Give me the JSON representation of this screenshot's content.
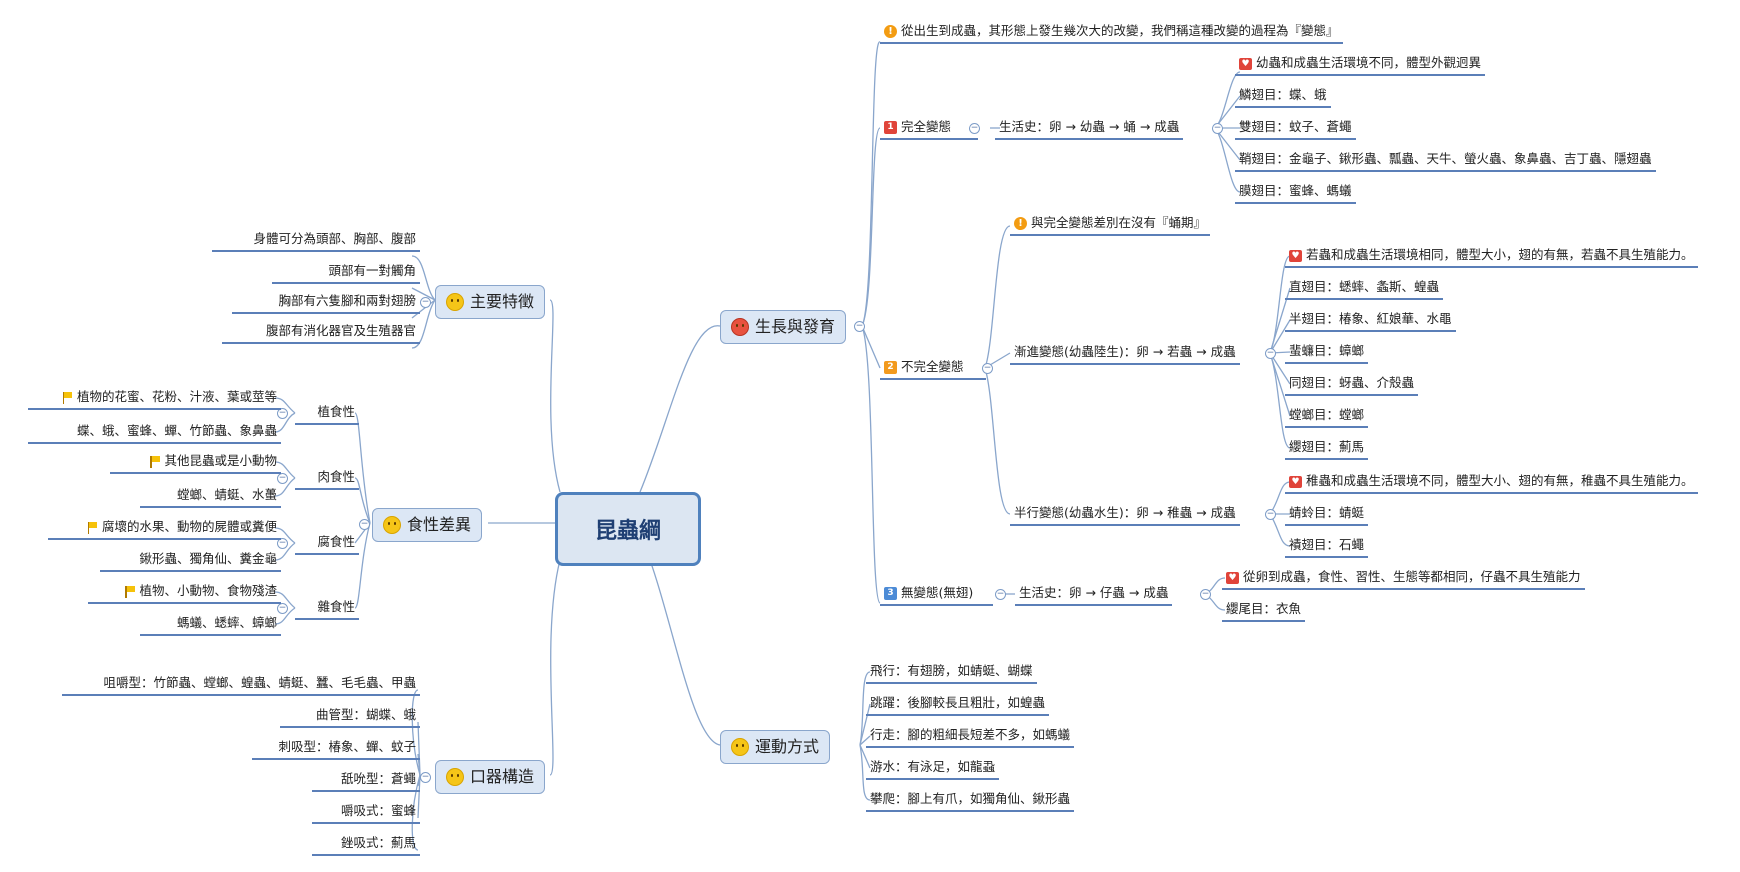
{
  "root": "昆蟲綱",
  "main": {
    "growth": {
      "title": "生長與發育",
      "intro": "從出生到成蟲，其形態上發生幾次大的改變，我們稱這種改變的過程為『變態』",
      "complete": {
        "label": "完全變態",
        "num": "1",
        "cycle": "生活史：卵 → 幼蟲 → 蛹 → 成蟲",
        "note": "幼蟲和成蟲生活環境不同，體型外觀迥異",
        "orders": [
          "鱗翅目：蝶、蛾",
          "雙翅目：蚊子、蒼蠅",
          "鞘翅目：金龜子、鍬形蟲、瓢蟲、天牛、螢火蟲、象鼻蟲、吉丁蟲、隱翅蟲",
          "膜翅目：蜜蜂、螞蟻"
        ]
      },
      "incomplete": {
        "label": "不完全變態",
        "num": "2",
        "note": "與完全變態差別在沒有『蛹期』",
        "gradual": {
          "cycle": "漸進變態(幼蟲陸生)：卵 → 若蟲 → 成蟲",
          "note": "若蟲和成蟲生活環境相同，體型大小，翅的有無，若蟲不具生殖能力。",
          "orders": [
            "直翅目：蟋蟀、螽斯、蝗蟲",
            "半翅目：椿象、紅娘華、水黽",
            "蜚蠊目：蟑螂",
            "同翅目：蚜蟲、介殼蟲",
            "螳螂目：螳螂",
            "纓翅目：薊馬"
          ]
        },
        "hemi": {
          "cycle": "半行變態(幼蟲水生)：卵 → 稚蟲 → 成蟲",
          "note": "稚蟲和成蟲生活環境不同，體型大小、翅的有無，稚蟲不具生殖能力。",
          "orders": [
            "蜻蛉目：蜻蜓",
            "襀翅目：石蠅"
          ]
        }
      },
      "none": {
        "label": "無變態(無翅)",
        "num": "3",
        "cycle": "生活史：卵 → 仔蟲 → 成蟲",
        "note": "從卵到成蟲，食性、習性、生態等都相同，仔蟲不具生殖能力",
        "orders": [
          "纓尾目：衣魚"
        ]
      }
    },
    "movement": {
      "title": "運動方式",
      "items": [
        "飛行：有翅膀，如蜻蜓、蝴蝶",
        "跳躍：後腳較長且粗壯，如蝗蟲",
        "行走：腳的粗細長短差不多，如螞蟻",
        "游水：有泳足，如龍蝨",
        "攀爬：腳上有爪，如獨角仙、鍬形蟲"
      ]
    },
    "features": {
      "title": "主要特徵",
      "items": [
        "身體可分為頭部、胸部、腹部",
        "頭部有一對觸角",
        "胸部有六隻腳和兩對翅膀",
        "腹部有消化器官及生殖器官"
      ]
    },
    "diet": {
      "title": "食性差異",
      "groups": [
        {
          "label": "植食性",
          "desc": "植物的花蜜、花粉、汁液、葉或莖等",
          "examples": "蝶、蛾、蜜蜂、蟬、竹節蟲、象鼻蟲"
        },
        {
          "label": "肉食性",
          "desc": "其他昆蟲或是小動物",
          "examples": "螳螂、蜻蜓、水蠆"
        },
        {
          "label": "腐食性",
          "desc": "腐壞的水果、動物的屍體或糞便",
          "examples": "鍬形蟲、獨角仙、糞金龜"
        },
        {
          "label": "雜食性",
          "desc": "植物、小動物、食物殘渣",
          "examples": "螞蟻、蟋蟀、蟑螂"
        }
      ]
    },
    "mouth": {
      "title": "口器構造",
      "items": [
        "咀嚼型：竹節蟲、螳螂、蝗蟲、蜻蜓、蠶、毛毛蟲、甲蟲",
        "曲管型：蝴蝶、蛾",
        "刺吸型：椿象、蟬、蚊子",
        "舐吮型：蒼蠅",
        "嚼吸式：蜜蜂",
        "銼吸式：薊馬"
      ]
    }
  }
}
